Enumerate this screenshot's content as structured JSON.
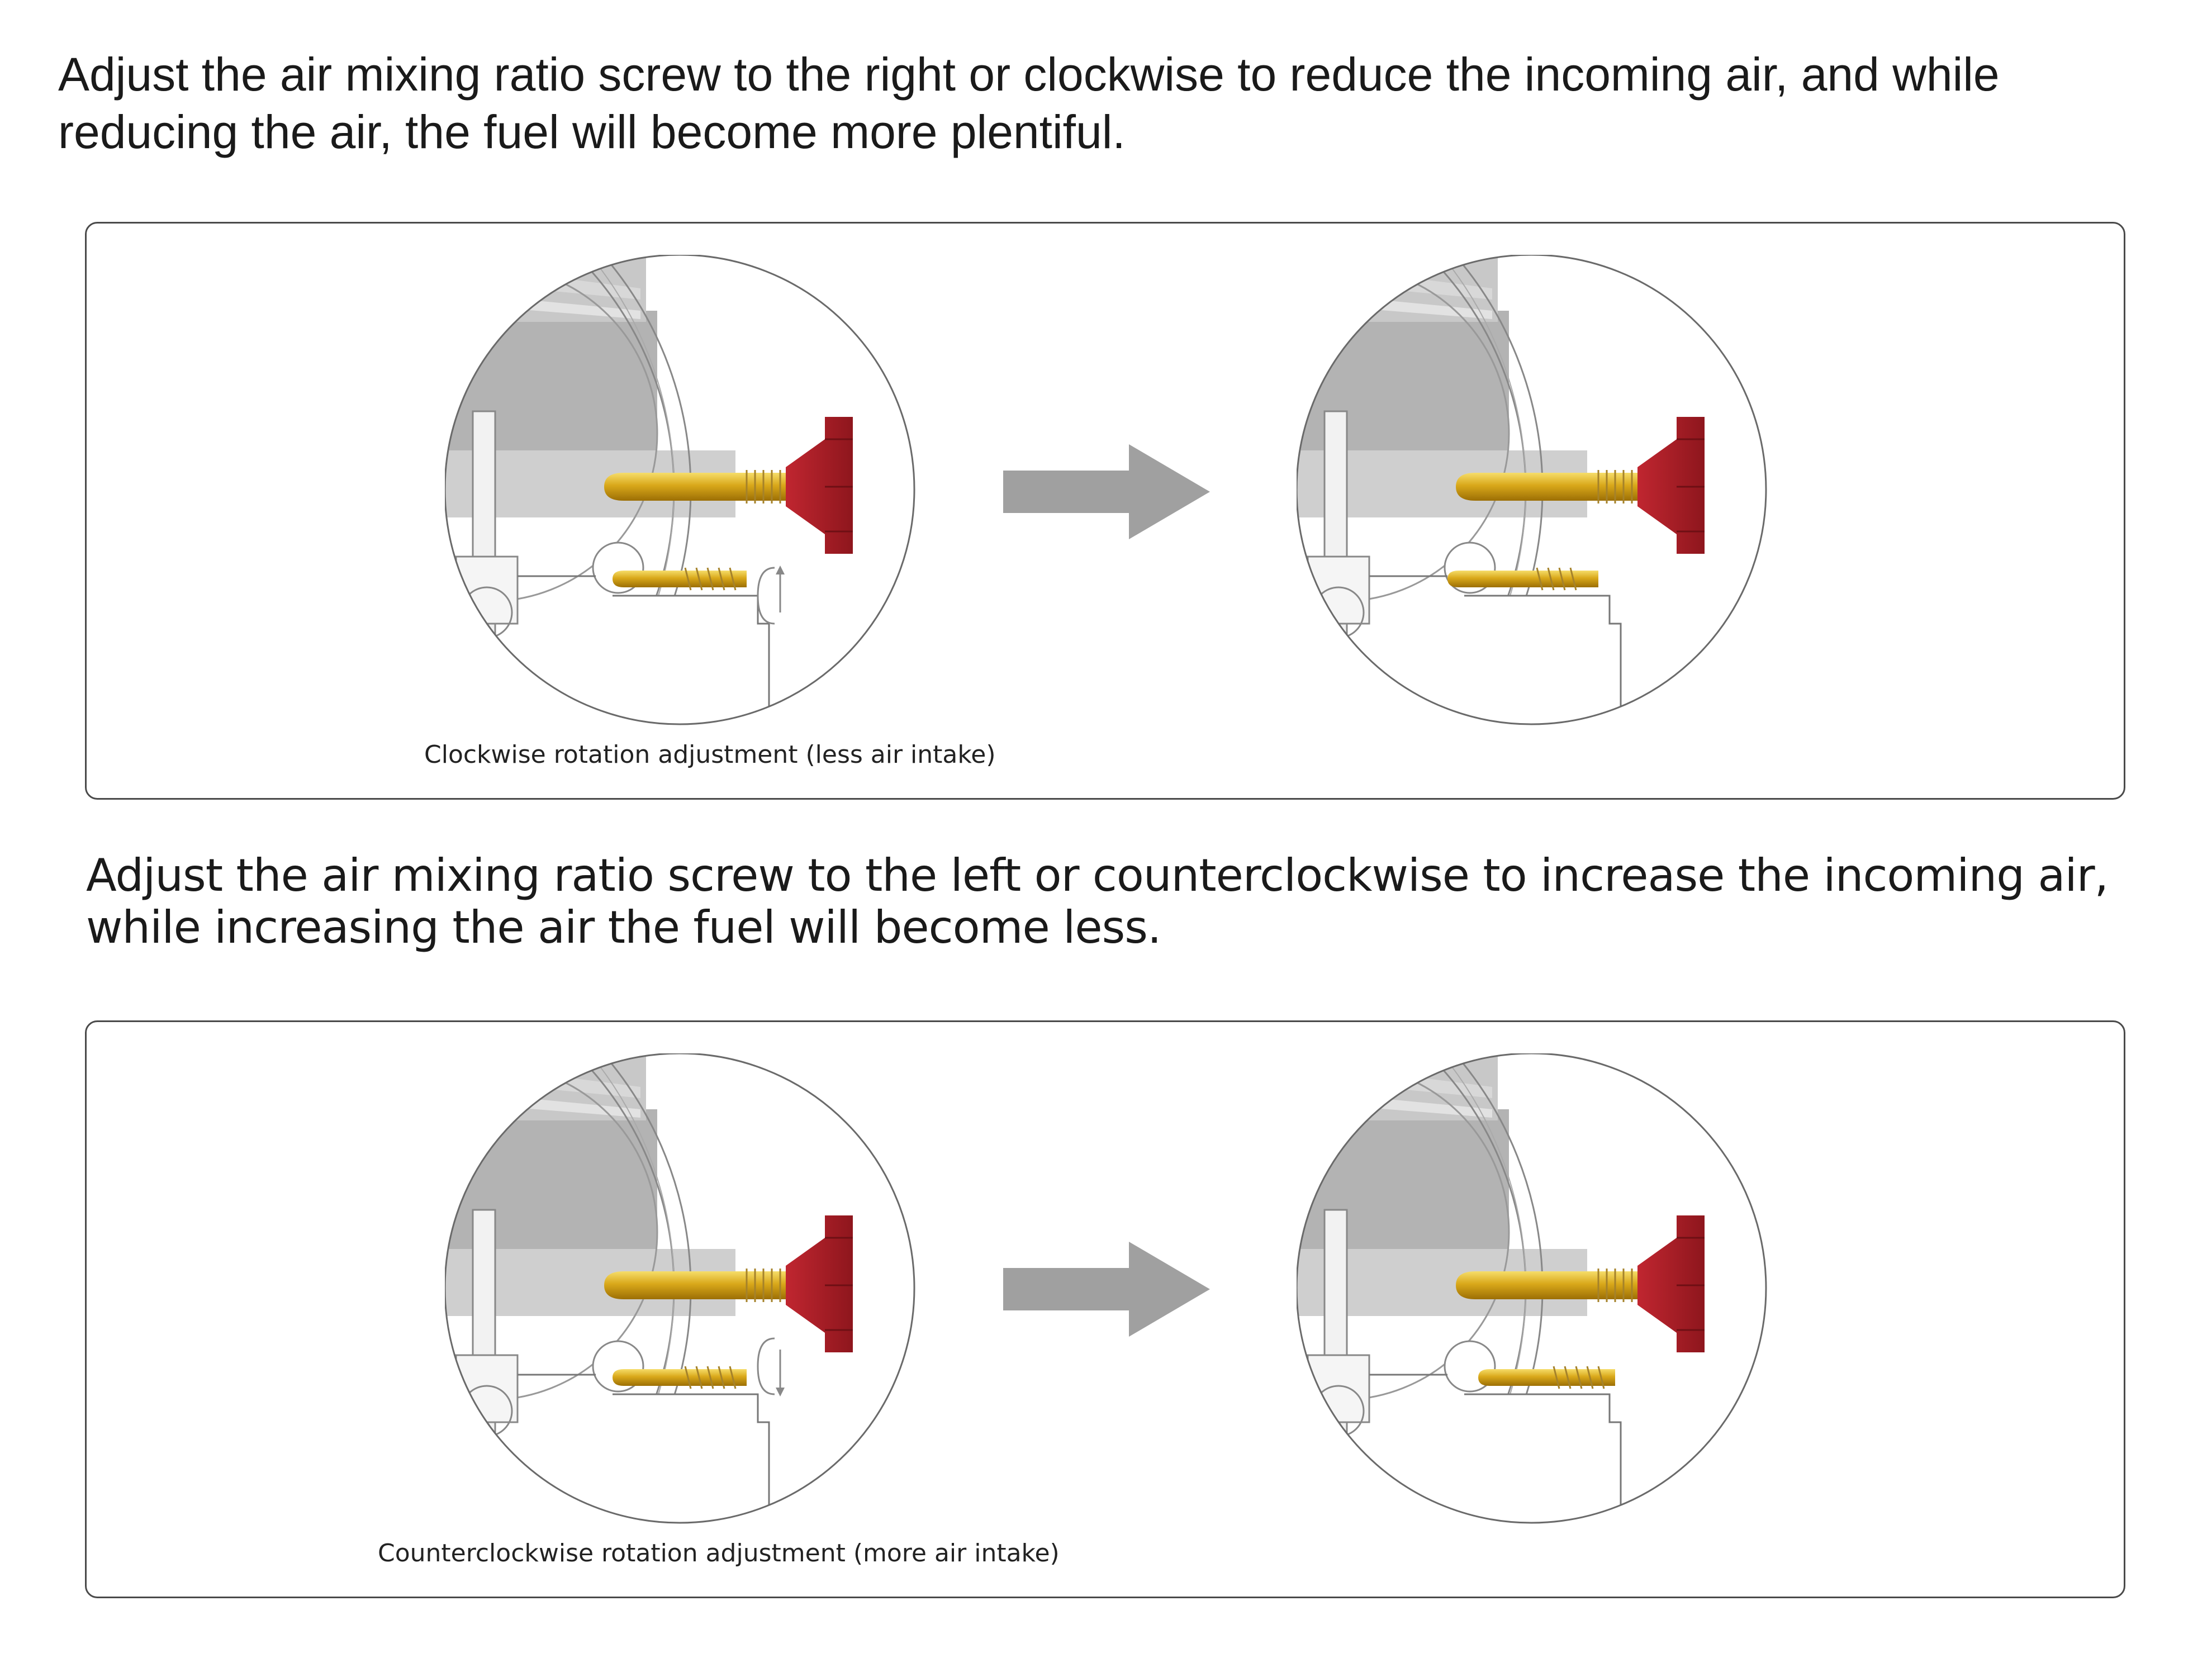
{
  "section1": {
    "heading": "Adjust the air mixing ratio screw to the right or clockwise to reduce the incoming air, and while\nreducing the air, the fuel will become more plentiful.",
    "caption": "Clockwise rotation adjustment (less air intake)"
  },
  "section2": {
    "heading": "Adjust the air mixing ratio screw to the left or counterclockwise to increase the incoming air,\n while increasing the air the fuel will become less.",
    "caption": "Counterclockwise rotation adjustment (more air intake)"
  },
  "icons": [
    "rotation-arrow-icon",
    "right-arrow-icon"
  ],
  "colors": {
    "screw_gold": "#d4a017",
    "knob_red": "#a61c24",
    "arrow_gray": "#a0a0a0",
    "body_gray": "#b3b3b3"
  }
}
